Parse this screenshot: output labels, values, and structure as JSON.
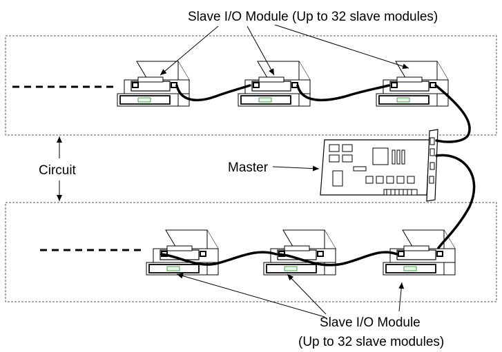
{
  "labels": {
    "top_module": "Slave I/O Module (Up to 32 slave modules)",
    "circuit": "Circuit",
    "master": "Master",
    "bottom_module_line1": "Slave I/O Module",
    "bottom_module_line2": "(Up to 32 slave modules)"
  }
}
